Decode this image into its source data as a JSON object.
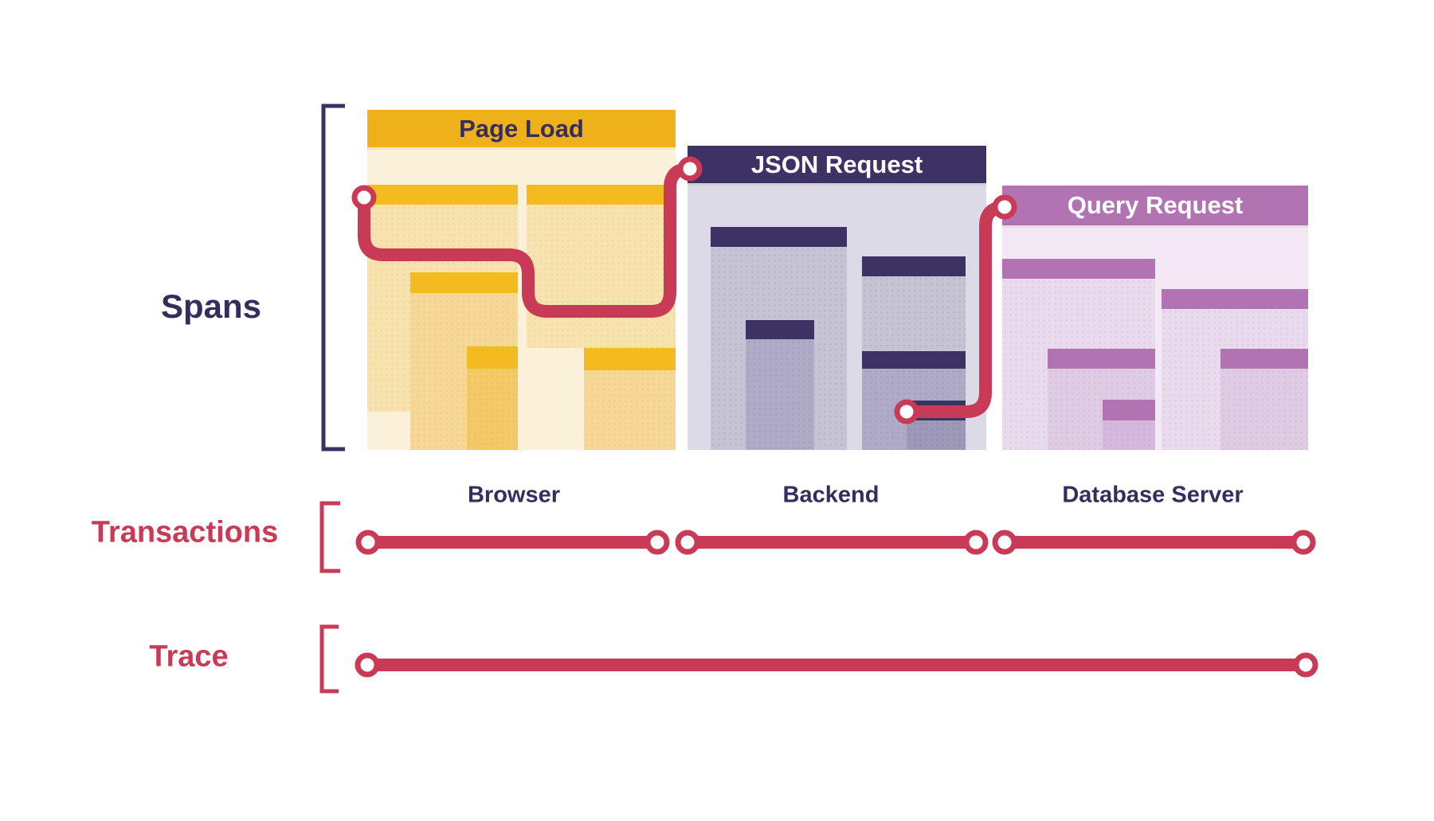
{
  "labels": {
    "spans": "Spans",
    "transactions": "Transactions",
    "trace": "Trace"
  },
  "panels": [
    {
      "title": "Page Load",
      "caption": "Browser"
    },
    {
      "title": "JSON Request",
      "caption": "Backend"
    },
    {
      "title": "Query Request",
      "caption": "Database Server"
    }
  ],
  "colors": {
    "accent": "#c93a56",
    "ink": "#352d5c",
    "bracket_ink": "#3a3160",
    "gold": "#efb11a",
    "gold2": "#f2bc20",
    "cream": "#fbf1d8",
    "tan2": "#f8e3af",
    "tan3": "#f7d795",
    "tan4": "#f3c967",
    "slate": "#3d3263",
    "slate_bg": "#dcdae6",
    "slate_l2": "#c6c3d5",
    "slate_l3": "#afabc7",
    "slate_l4": "#9e98b9",
    "orchid": "#b273b2",
    "orchid_bg": "#f2e9f4",
    "orchid_l2": "#e9daed",
    "orchid_l3": "#dfcbe4",
    "orchid_l4": "#d5b9dc"
  }
}
